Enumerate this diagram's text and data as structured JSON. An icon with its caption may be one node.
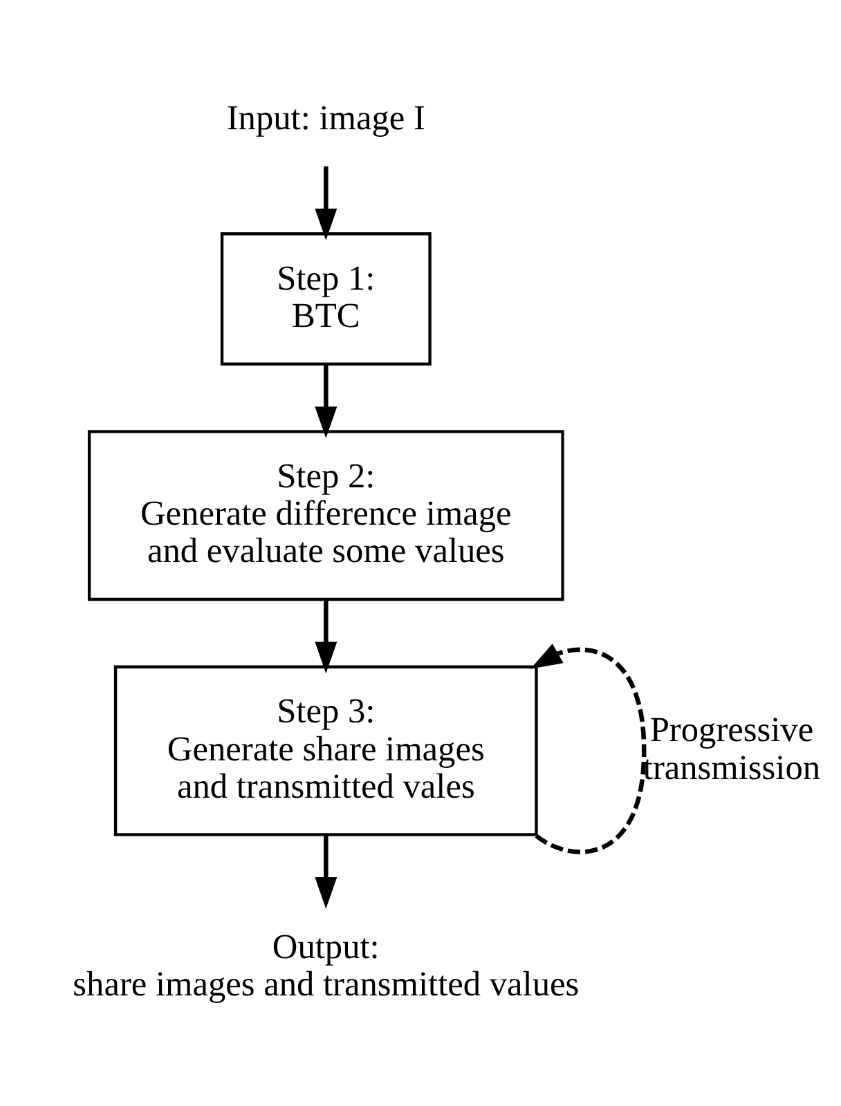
{
  "diagram": {
    "nodes": [
      {
        "text": [
          "Input: image I"
        ]
      },
      {
        "text": [
          "Step 1:",
          "BTC"
        ]
      },
      {
        "text": [
          "Step 2:",
          "Generate difference image and evaluate some values"
        ]
      },
      {
        "text": [
          "Step 3:",
          "Generate share images and transmitted vales"
        ]
      },
      {
        "text": [
          "Output:",
          "share images and transmitted values"
        ]
      }
    ],
    "edges": [
      {
        "from": 0,
        "to": 1,
        "arrow": "to"
      },
      {
        "from": 1,
        "to": 2,
        "arrow": "to"
      },
      {
        "from": 2,
        "to": 3,
        "arrow": "to"
      },
      {
        "from": 3,
        "to": 4,
        "arrow": "to"
      },
      {
        "from": 3,
        "to": 3,
        "arrow": "to",
        "style": "dashed",
        "label": "Progressive transmission"
      }
    ]
  }
}
